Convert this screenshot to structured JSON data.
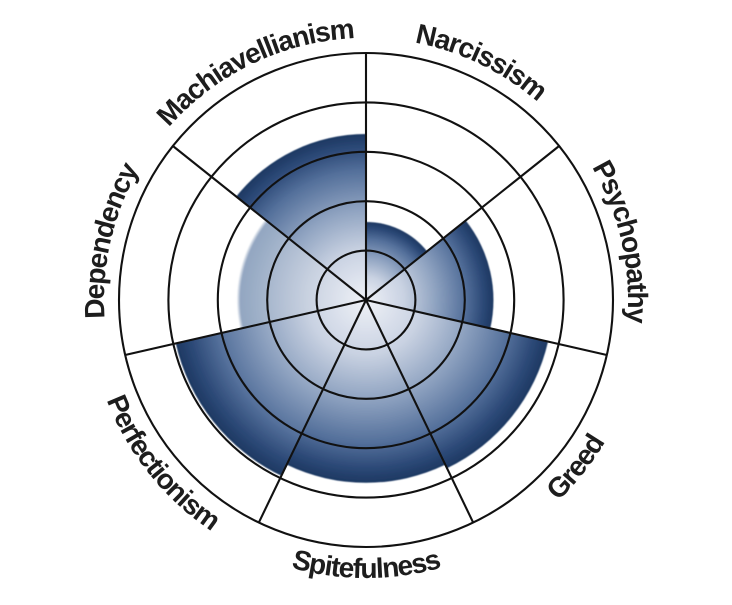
{
  "chart_data": {
    "type": "polar-sector-rose",
    "title": "",
    "categories": [
      "Narcissism",
      "Psychopathy",
      "Greed",
      "Spitefulness",
      "Perfectionism",
      "Dependency",
      "Machiavellianism"
    ],
    "series": [
      {
        "label": "Narcissism",
        "value": 1.58,
        "edge": "dark"
      },
      {
        "label": "Psychopathy",
        "value": 2.58,
        "edge": "dark"
      },
      {
        "label": "Greed",
        "value": 3.78,
        "edge": "dark"
      },
      {
        "label": "Spitefulness",
        "value": 3.7,
        "edge": "dark"
      },
      {
        "label": "Perfectionism",
        "value": 3.95,
        "edge": "dark"
      },
      {
        "label": "Dependency",
        "value": 2.62,
        "edge": "fade"
      },
      {
        "label": "Machiavellianism",
        "value": 3.36,
        "edge": "dark"
      }
    ],
    "value_max": 5,
    "rings": 5,
    "start_angle_deg": 90,
    "direction": "clockwise",
    "grid": true,
    "grid_color": "#111111",
    "label_color": "#1d1d1d",
    "gradients": {
      "dark": [
        {
          "offset": 0.0,
          "color": "#eff1f7",
          "opacity": 1
        },
        {
          "offset": 0.3,
          "color": "#c9d2e2",
          "opacity": 1
        },
        {
          "offset": 0.55,
          "color": "#8ea2c0",
          "opacity": 1
        },
        {
          "offset": 0.78,
          "color": "#54709b",
          "opacity": 1
        },
        {
          "offset": 0.92,
          "color": "#2c4977",
          "opacity": 1
        },
        {
          "offset": 1.0,
          "color": "#1d3862",
          "opacity": 1
        }
      ],
      "fade": [
        {
          "offset": 0.0,
          "color": "#eff1f7",
          "opacity": 1
        },
        {
          "offset": 0.46,
          "color": "#c8d1e0",
          "opacity": 1
        },
        {
          "offset": 0.7,
          "color": "#aebcd1",
          "opacity": 1
        },
        {
          "offset": 0.89,
          "color": "#99acc5",
          "opacity": 1
        },
        {
          "offset": 0.97,
          "color": "#93a6c1",
          "opacity": 1
        },
        {
          "offset": 1.0,
          "color": "#93a6c1",
          "opacity": 0
        }
      ]
    }
  }
}
